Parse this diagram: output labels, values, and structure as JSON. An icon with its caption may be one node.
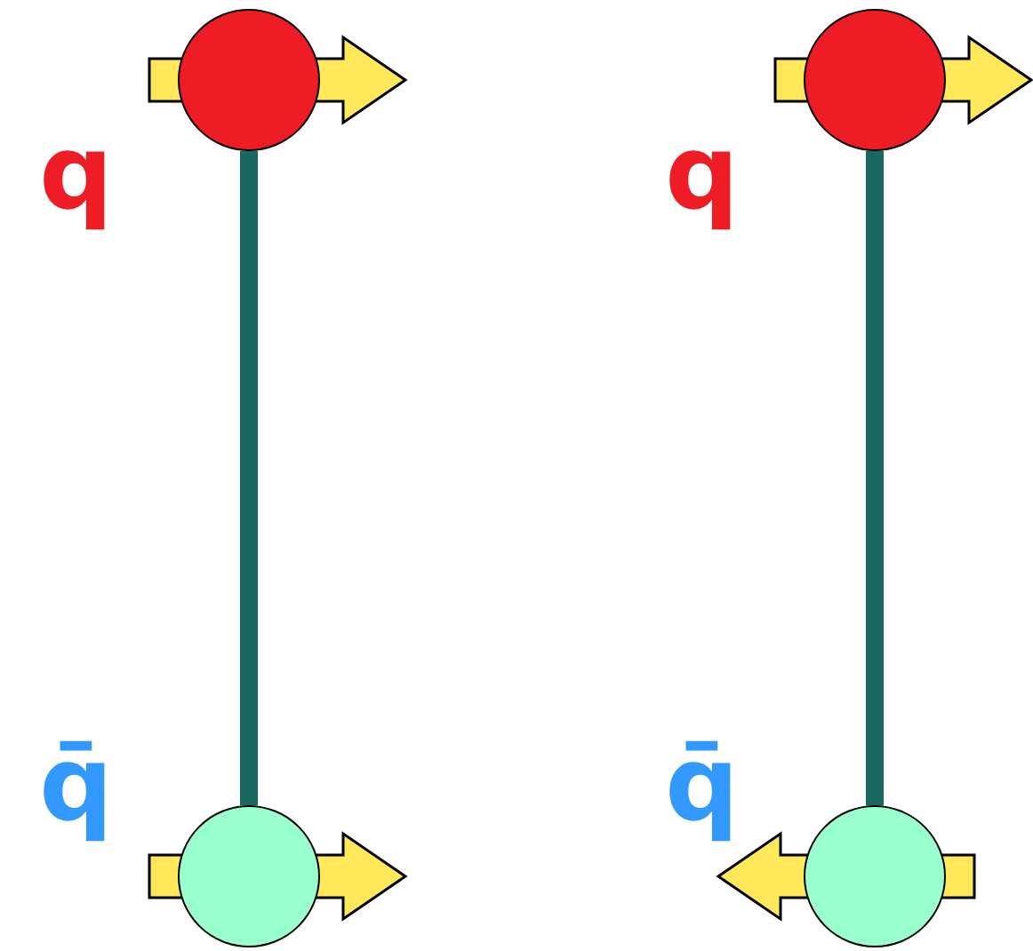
{
  "diagram": {
    "nodes": [
      {
        "text": [],
        "shape": "circle",
        "beside": [
          "q"
        ]
      },
      {
        "text": [],
        "shape": "circle",
        "beside": [
          "q̄"
        ]
      },
      {
        "text": [],
        "shape": "circle",
        "beside": [
          "q"
        ]
      },
      {
        "text": [],
        "shape": "circle",
        "beside": [
          "q̄"
        ]
      }
    ],
    "edges": [
      {
        "from": 0,
        "to": 1,
        "arrow": "none"
      },
      {
        "from": 2,
        "to": 3,
        "arrow": "none"
      }
    ]
  }
}
